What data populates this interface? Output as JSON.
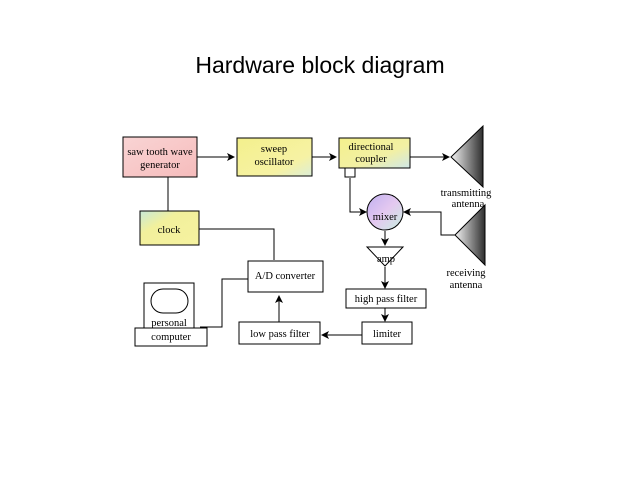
{
  "title": "Hardware block diagram",
  "blocks": {
    "saw_tooth": [
      "saw tooth wave",
      "generator"
    ],
    "sweep": [
      "sweep",
      "oscillator"
    ],
    "coupler": [
      "directional",
      "coupler"
    ],
    "clock": "clock",
    "mixer": "mixer",
    "amp": "amp",
    "ad_converter": "A/D converter",
    "high_pass": "high pass filter",
    "limiter": "limiter",
    "low_pass": "low pass filter",
    "computer": [
      "personal",
      "computer"
    ],
    "tx_antenna": [
      "transmitting",
      "antenna"
    ],
    "rx_antenna": [
      "receiving",
      "antenna"
    ]
  },
  "colors": {
    "saw_tooth_fill": "#f7c8c8",
    "sweep_fill": "#f5f0a0",
    "coupler_fill": "#f5f0a0",
    "clock_fill": "#f5f0a0",
    "mixer_fill": "#e0c8f0",
    "antenna_dark": "#3a3a3a",
    "antenna_light": "#f4f4f4"
  }
}
